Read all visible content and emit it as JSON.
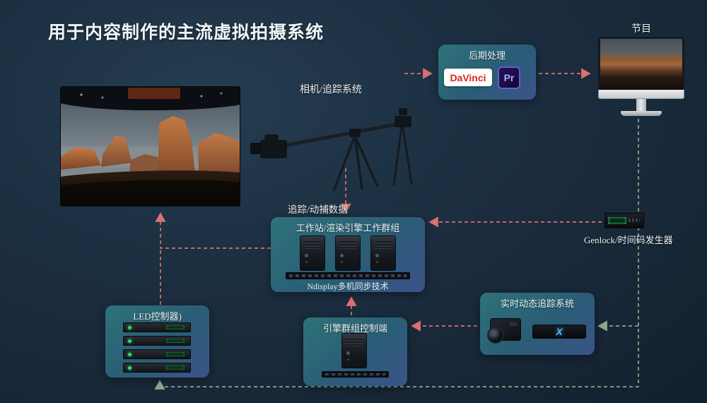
{
  "title": "用于内容制作的主流虚拟拍摄系统",
  "nodes": {
    "program": {
      "label": "节目"
    },
    "post": {
      "label": "后期处理"
    },
    "camera": {
      "label": "相机/追踪系统"
    },
    "tracking_data": {
      "label": "追踪/动捕数据"
    },
    "workstation": {
      "label": "工作站/渲染引擎工作群组",
      "sublabel": "Ndisplay多机同步技术"
    },
    "genlock": {
      "label": "Genlock/时间码发生器"
    },
    "realtime": {
      "label": "实时动态追踪系统"
    },
    "led_controller": {
      "label": "LED控制器)"
    },
    "engine_control": {
      "label": "引擎群组控制端"
    }
  },
  "logos": {
    "davinci": "DaVinci",
    "premiere": "Pr",
    "tracker_x": "X"
  },
  "colors": {
    "background": "#1b2d3f",
    "panel_teal": "#2e7279",
    "panel_blue": "#3b5389",
    "arrow_data_red": "#db7070",
    "arrow_sync_green": "#8aa98c",
    "davinci_red": "#e1251b",
    "premiere_purple": "#b4a6ff"
  }
}
